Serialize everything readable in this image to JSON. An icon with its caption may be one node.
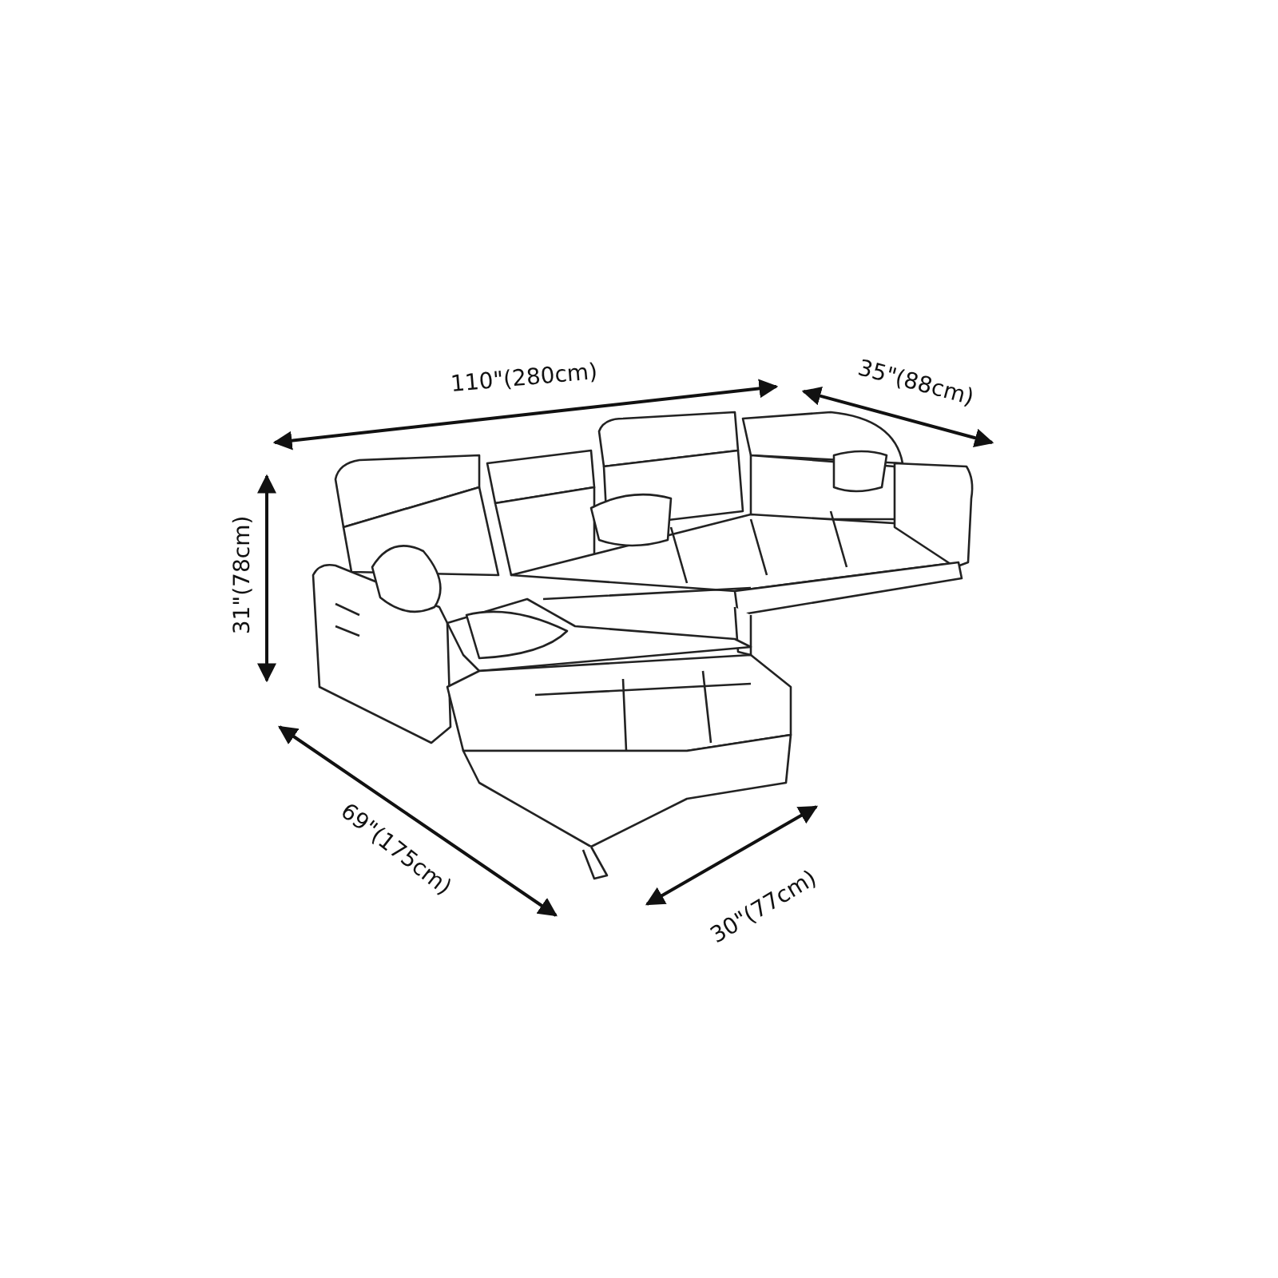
{
  "diagram": {
    "labels": [
      "110\"(280cm)",
      "35\"(88cm)",
      "31\"(78cm)",
      "69\"(175cm)",
      "30\"(77cm)"
    ]
  }
}
